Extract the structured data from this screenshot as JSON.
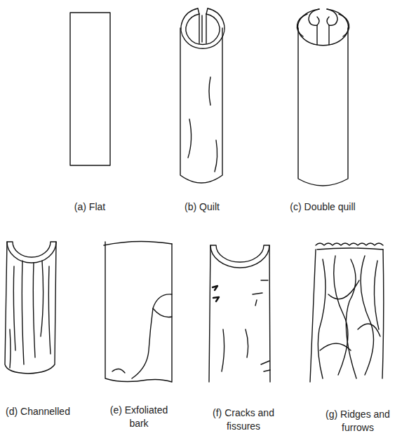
{
  "diagram": {
    "labels": [
      "(a) Flat",
      "(b) Quilt",
      "(c) Double quill",
      "(d) Channelled",
      "(e) Exfoliated bark",
      "(f) Cracks and fissures",
      "(g) Ridges and furrows"
    ]
  }
}
